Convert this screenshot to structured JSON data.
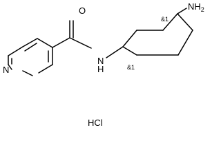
{
  "structure": {
    "labels": {
      "pyridine_nitrogen": "N",
      "amide_oxygen": "O",
      "amide_nh": "N",
      "amide_h": "H",
      "amine": "NH",
      "amine_subscript": "2",
      "stereo_1": "&1",
      "stereo_2": "&1",
      "salt": "HCl"
    }
  }
}
